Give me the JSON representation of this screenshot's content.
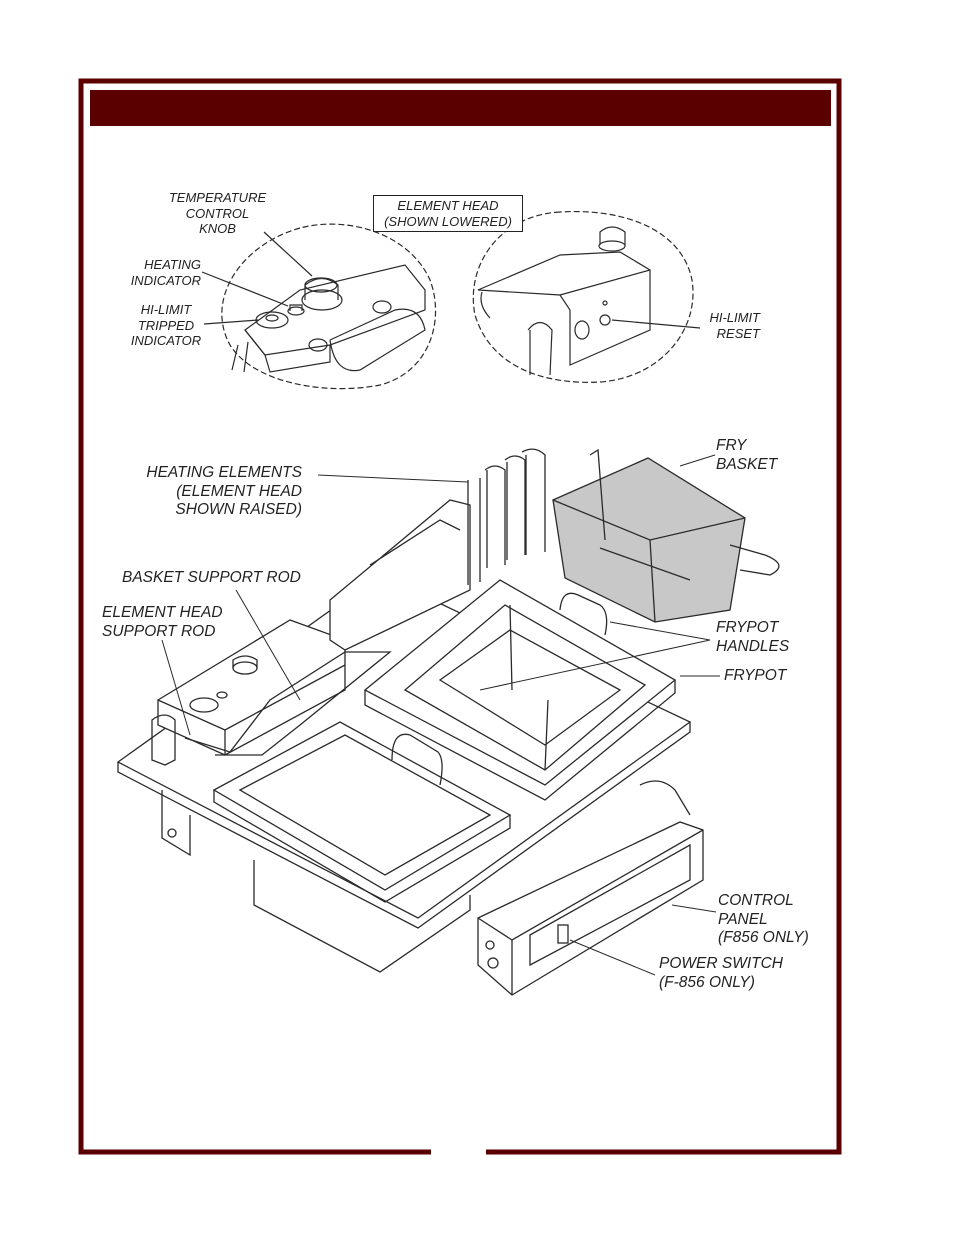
{
  "colors": {
    "frame": "#5a0000",
    "line": "#2a2a2a",
    "basket_fill": "#c8c8c8"
  },
  "header": {
    "title": ""
  },
  "detail_labels": {
    "temperature_knob": "TEMPERATURE\nCONTROL\nKNOB",
    "heating_indicator": "HEATING\nINDICATOR",
    "hi_limit_tripped": "HI-LIMIT\nTRIPPED\nINDICATOR",
    "element_head_lowered": "ELEMENT HEAD\n(SHOWN LOWERED)",
    "hi_limit_reset": "HI-LIMIT\nRESET"
  },
  "main_labels": {
    "heating_elements": "HEATING ELEMENTS\n(ELEMENT HEAD\nSHOWN RAISED)",
    "fry_basket": "FRY\nBASKET",
    "basket_support_rod": "BASKET SUPPORT ROD",
    "element_head_support_rod": "ELEMENT HEAD\nSUPPORT ROD",
    "frypot_handles": "FRYPOT\nHANDLES",
    "frypot": "FRYPOT",
    "control_panel": "CONTROL\nPANEL\n(F856 ONLY)",
    "power_switch": "POWER SWITCH\n(F-856 ONLY)"
  }
}
